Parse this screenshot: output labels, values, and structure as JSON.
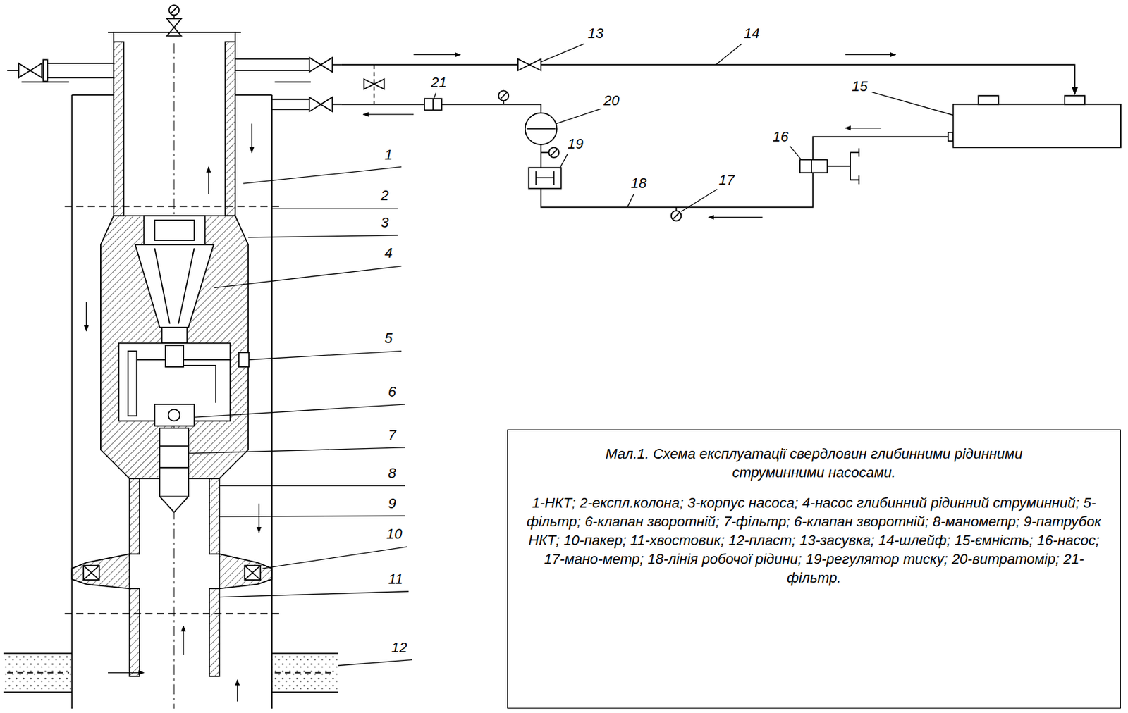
{
  "diagram": {
    "nodes": [
      {
        "text": [
          "Мал.1. Схема експлуатації свердловин глибинними рідинними струминними насосами.",
          "1-НКТ; 2-експл.колона; 3-корпус насоса; 4-насос глибинний рідинний струминний; 5-фільтр; 6-клапан зворотній; 7-фільтр; 6-клапан зворотній; 8-манометр; 9-патрубок НКТ; 10-пакер; 11-хвостовик; 12-пласт; 13-засувка; 14-шлейф; 15-ємність; 16-насос; 17-мано-метр; 18-лінія робочої рідини; 19-регулятор тиску; 20-витратомір; 21-фільтр."
        ]
      }
    ],
    "labels": [
      "1",
      "2",
      "3",
      "4",
      "5",
      "6",
      "7",
      "8",
      "9",
      "10",
      "11",
      "12",
      "13",
      "14",
      "15",
      "16",
      "17",
      "18",
      "19",
      "20",
      "21"
    ]
  }
}
